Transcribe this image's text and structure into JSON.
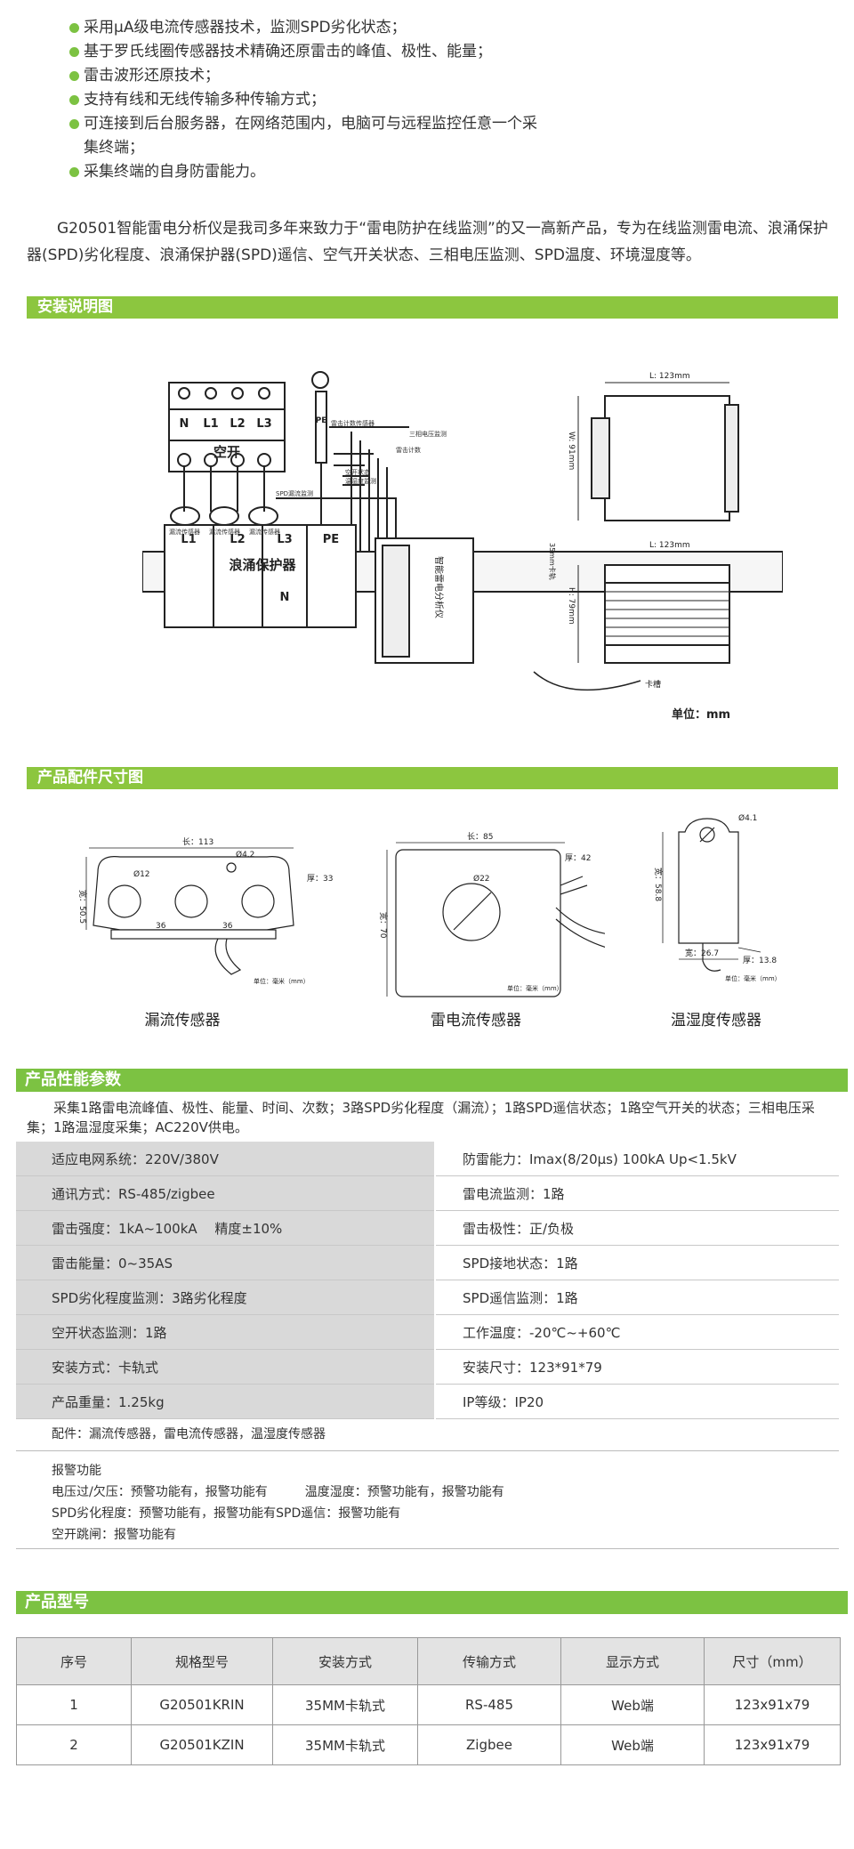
{
  "features": [
    "采用μA级电流传感器技术，监测SPD劣化状态；",
    "基于罗氏线圈传感器技术精确还原雷击的峰值、极性、能量；",
    "雷击波形还原技术；",
    "支持有线和无线传输多种传输方式；",
    "可连接到后台服务器，在网络范围内，电脑可与远程监控任意一个采集终端；",
    "采集终端的自身防雷能力。"
  ],
  "intro": "G20501智能雷电分析仪是我司多年来致力于“雷电防护在线监测”的又一高新产品，专为在线监测雷电流、浪涌保护器(SPD)劣化程度、浪涌保护器(SPD)遥信、空气开关状态、三相电压监测、SPD温度、环境湿度等。",
  "section_install": "安装说明图",
  "install_diagram": {
    "terminals": [
      "N",
      "L1",
      "L2",
      "L3"
    ],
    "breaker": "空开",
    "ground": "PE",
    "spd_terminals": [
      "L1",
      "L2",
      "L3",
      "PE"
    ],
    "spd_label": "浪涌保护器",
    "spd_n": "N",
    "analyzer": "智能雷电分析仪",
    "wire_labels": [
      "雷击计数传感器",
      "三相电压监测",
      "雷击计数",
      "空开状态",
      "温湿度监测",
      "SPD漏流监测"
    ],
    "sensor_labels": [
      "漏流传感器",
      "漏流传感器",
      "漏流传感器"
    ],
    "rail": "35mm卡轨",
    "dim_l": "L: 123mm",
    "dim_w": "W: 91mm",
    "dim_h": "H: 79mm",
    "clip": "卡槽",
    "unit": "单位：mm"
  },
  "section_parts": "产品配件尺寸图",
  "parts": [
    {
      "caption": "漏流传感器",
      "len": "长：113",
      "hole": "Ø4.2",
      "dia": "Ø12",
      "h": "宽：50.5",
      "thick": "厚：33",
      "pitch1": "36",
      "pitch2": "36",
      "unit": "单位：毫米（mm）"
    },
    {
      "caption": "雷电流传感器",
      "len": "长：85",
      "dia": "Ø22",
      "h": "宽：70",
      "thick": "厚：42",
      "unit": "单位：毫米（mm）"
    },
    {
      "caption": "温湿度传感器",
      "hole": "Ø4.1",
      "h": "宽：58.8",
      "w": "宽：26.7",
      "thick": "厚：13.8",
      "unit": "单位：毫米（mm）"
    }
  ],
  "section_perf": "产品性能参数",
  "perf_intro": "采集1路雷电流峰值、极性、能量、时间、次数；3路SPD劣化程度（漏流）；1路SPD遥信状态；1路空气开关的状态；三相电压采集；1路温湿度采集；AC220V供电。",
  "params": [
    [
      "适应电网系统：220V/380V",
      "防雷能力：Imax(8/20μs) 100kA Up<1.5kV"
    ],
    [
      "通讯方式：RS-485/zigbee",
      "雷电流监测：1路"
    ],
    [
      "雷击强度：1kA~100kA　 精度±10%",
      "雷击极性：正/负极"
    ],
    [
      "雷击能量：0~35AS",
      "SPD接地状态：1路"
    ],
    [
      "SPD劣化程度监测：3路劣化程度",
      "SPD遥信监测：1路"
    ],
    [
      "空开状态监测：1路",
      "工作温度：-20℃~+60℃"
    ],
    [
      "安装方式：卡轨式",
      "安装尺寸：123*91*79"
    ],
    [
      "产品重量：1.25kg",
      "IP等级：IP20"
    ]
  ],
  "accessories": "配件：漏流传感器，雷电流传感器，温湿度传感器",
  "alarm": {
    "title": "报警功能",
    "lines": [
      "电压过/欠压：预警功能有，报警功能有　　　温度湿度：预警功能有，报警功能有",
      "SPD劣化程度：预警功能有，报警功能有SPD遥信：报警功能有",
      "空开跳闸：报警功能有"
    ]
  },
  "section_model": "产品型号",
  "model_table": {
    "headers": [
      "序号",
      "规格型号",
      "安装方式",
      "传输方式",
      "显示方式",
      "尺寸（mm）"
    ],
    "rows": [
      [
        "1",
        "G20501KRIN",
        "35MM卡轨式",
        "RS-485",
        "Web端",
        "123x91x79"
      ],
      [
        "2",
        "G20501KZIN",
        "35MM卡轨式",
        "Zigbee",
        "Web端",
        "123x91x79"
      ]
    ]
  },
  "colors": {
    "accent": "#8cc63f",
    "accent2": "#7cc242",
    "table_grey": "#d9d9d9"
  }
}
